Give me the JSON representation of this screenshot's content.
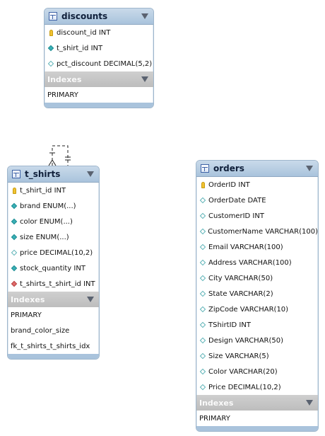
{
  "tables": {
    "discounts": {
      "title": "discounts",
      "columns": [
        {
          "label": "discount_id INT",
          "icon": "primary-key-icon"
        },
        {
          "label": "t_shirt_id INT",
          "icon": "filled-diamond-icon"
        },
        {
          "label": "pct_discount DECIMAL(5,2)",
          "icon": "empty-diamond-icon"
        }
      ],
      "indexes_label": "Indexes",
      "indexes": [
        "PRIMARY"
      ]
    },
    "t_shirts": {
      "title": "t_shirts",
      "columns": [
        {
          "label": "t_shirt_id INT",
          "icon": "primary-key-icon"
        },
        {
          "label": "brand ENUM(...)",
          "icon": "filled-diamond-icon"
        },
        {
          "label": "color ENUM(...)",
          "icon": "filled-diamond-icon"
        },
        {
          "label": "size ENUM(...)",
          "icon": "filled-diamond-icon"
        },
        {
          "label": "price DECIMAL(10,2)",
          "icon": "empty-diamond-icon"
        },
        {
          "label": "stock_quantity INT",
          "icon": "filled-diamond-icon"
        },
        {
          "label": "t_shirts_t_shirt_id INT",
          "icon": "foreign-key-icon"
        }
      ],
      "indexes_label": "Indexes",
      "indexes": [
        "PRIMARY",
        "brand_color_size",
        "fk_t_shirts_t_shirts_idx"
      ]
    },
    "orders": {
      "title": "orders",
      "columns": [
        {
          "label": "OrderID INT",
          "icon": "primary-key-icon"
        },
        {
          "label": "OrderDate DATE",
          "icon": "empty-diamond-icon"
        },
        {
          "label": "CustomerID INT",
          "icon": "empty-diamond-icon"
        },
        {
          "label": "CustomerName VARCHAR(100)",
          "icon": "empty-diamond-icon"
        },
        {
          "label": "Email VARCHAR(100)",
          "icon": "empty-diamond-icon"
        },
        {
          "label": "Address VARCHAR(100)",
          "icon": "empty-diamond-icon"
        },
        {
          "label": "City VARCHAR(50)",
          "icon": "empty-diamond-icon"
        },
        {
          "label": "State VARCHAR(2)",
          "icon": "empty-diamond-icon"
        },
        {
          "label": "ZipCode VARCHAR(10)",
          "icon": "empty-diamond-icon"
        },
        {
          "label": "TShirtID INT",
          "icon": "empty-diamond-icon"
        },
        {
          "label": "Design VARCHAR(50)",
          "icon": "empty-diamond-icon"
        },
        {
          "label": "Size VARCHAR(5)",
          "icon": "empty-diamond-icon"
        },
        {
          "label": "Color VARCHAR(20)",
          "icon": "empty-diamond-icon"
        },
        {
          "label": "Price DECIMAL(10,2)",
          "icon": "empty-diamond-icon"
        }
      ],
      "indexes_label": "Indexes",
      "indexes": [
        "PRIMARY"
      ]
    }
  },
  "colors": {
    "header": "#a9c3dc",
    "indexes_header": "#bdbdbd",
    "key": "#f1c232",
    "diamond": "#39b0b6",
    "foreign_key": "#e06a6a"
  }
}
